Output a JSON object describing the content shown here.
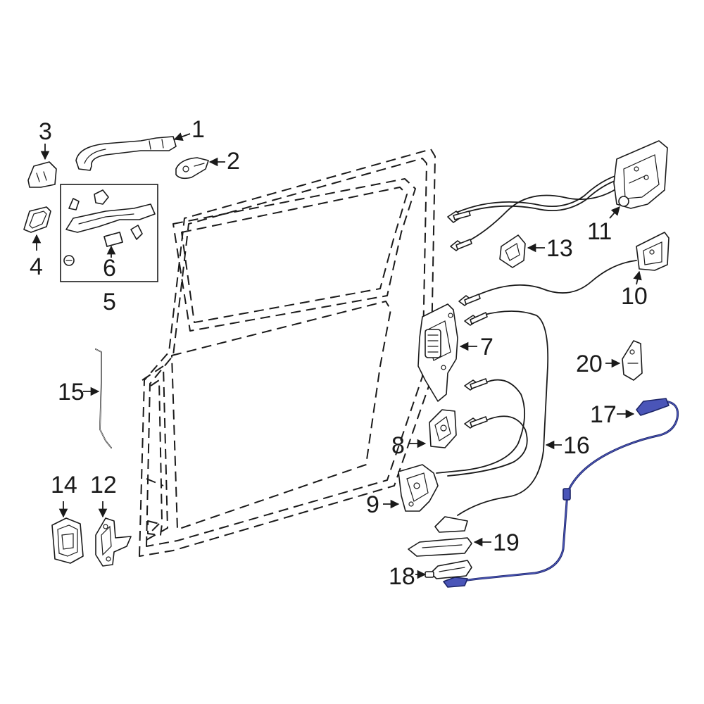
{
  "callouts": {
    "c1": "1",
    "c2": "2",
    "c3": "3",
    "c4": "4",
    "c5": "5",
    "c6": "6",
    "c7": "7",
    "c8": "8",
    "c9": "9",
    "c10": "10",
    "c11": "11",
    "c12": "12",
    "c13": "13",
    "c14": "14",
    "c15": "15",
    "c16": "16",
    "c17": "17",
    "c18": "18",
    "c19": "19",
    "c20": "20"
  },
  "colors": {
    "line": "#1a1a1a",
    "highlight_fill": "#4a55b8",
    "highlight_stroke": "#1c2466",
    "background": "#ffffff"
  },
  "highlighted_parts": [
    "17"
  ]
}
